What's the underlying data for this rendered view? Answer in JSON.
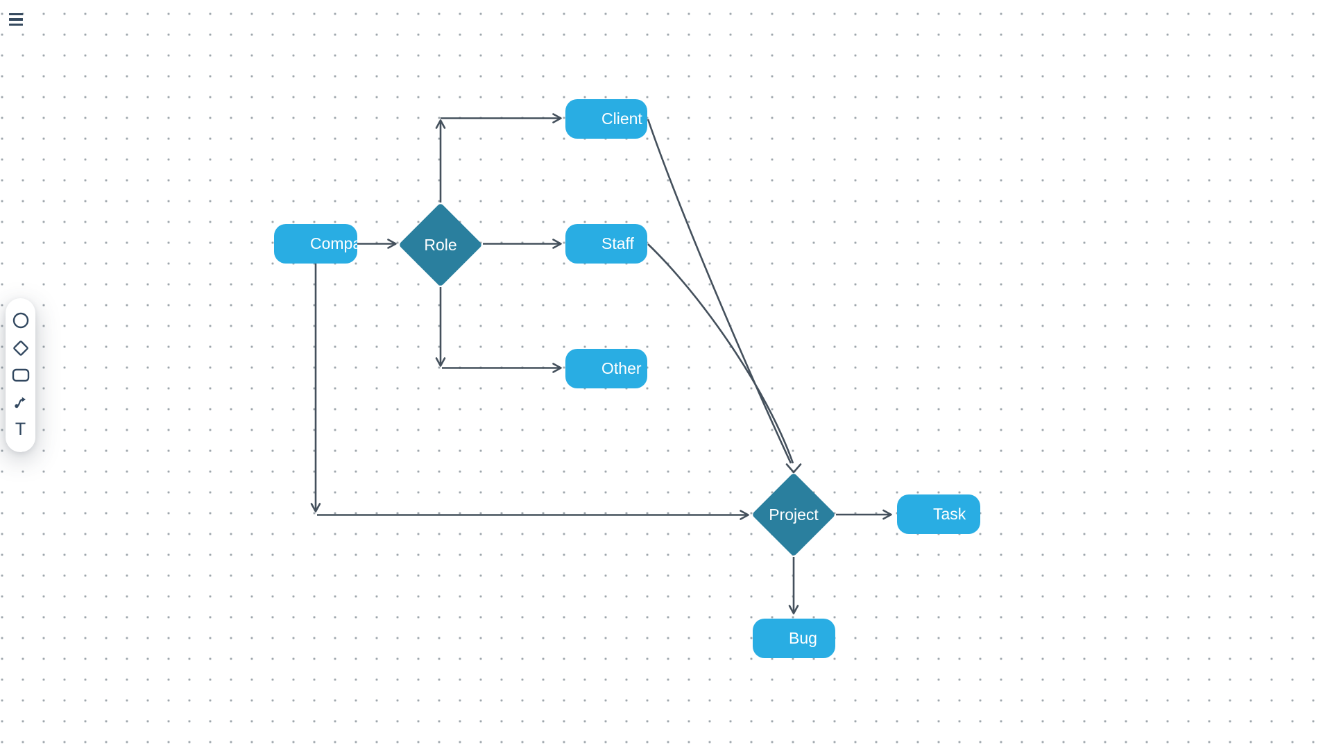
{
  "app": {
    "colors": {
      "node_fill": "#29ADE3",
      "decision_fill": "#2A7F9E",
      "connector": "#44505C",
      "icon": "#31475F",
      "label_text": "#FFFFFF"
    }
  },
  "menu": {
    "icon": "hamburger-icon"
  },
  "toolbar": {
    "tools": [
      {
        "id": "circle",
        "icon": "circle-icon"
      },
      {
        "id": "diamond",
        "icon": "diamond-icon"
      },
      {
        "id": "rectangle",
        "icon": "rectangle-icon"
      },
      {
        "id": "connector",
        "icon": "connector-arrow-icon"
      },
      {
        "id": "text",
        "icon": "text-icon",
        "glyph": "T"
      }
    ]
  },
  "diagram": {
    "nodes": [
      {
        "id": "company",
        "type": "rounded-rect",
        "label": "Company"
      },
      {
        "id": "role",
        "type": "diamond",
        "label": "Role"
      },
      {
        "id": "client",
        "type": "rounded-rect",
        "label": "Client"
      },
      {
        "id": "staff",
        "type": "rounded-rect",
        "label": "Staff"
      },
      {
        "id": "other",
        "type": "rounded-rect",
        "label": "Other"
      },
      {
        "id": "project",
        "type": "diamond",
        "label": "Project"
      },
      {
        "id": "task",
        "type": "rounded-rect",
        "label": "Task"
      },
      {
        "id": "bug",
        "type": "rounded-rect",
        "label": "Bug"
      }
    ],
    "edges": [
      {
        "from": "company",
        "to": "role"
      },
      {
        "from": "role",
        "to": "client"
      },
      {
        "from": "role",
        "to": "staff"
      },
      {
        "from": "role",
        "to": "other"
      },
      {
        "from": "company",
        "to": "project"
      },
      {
        "from": "client",
        "to": "project"
      },
      {
        "from": "staff",
        "to": "project"
      },
      {
        "from": "project",
        "to": "task"
      },
      {
        "from": "project",
        "to": "bug"
      }
    ]
  }
}
